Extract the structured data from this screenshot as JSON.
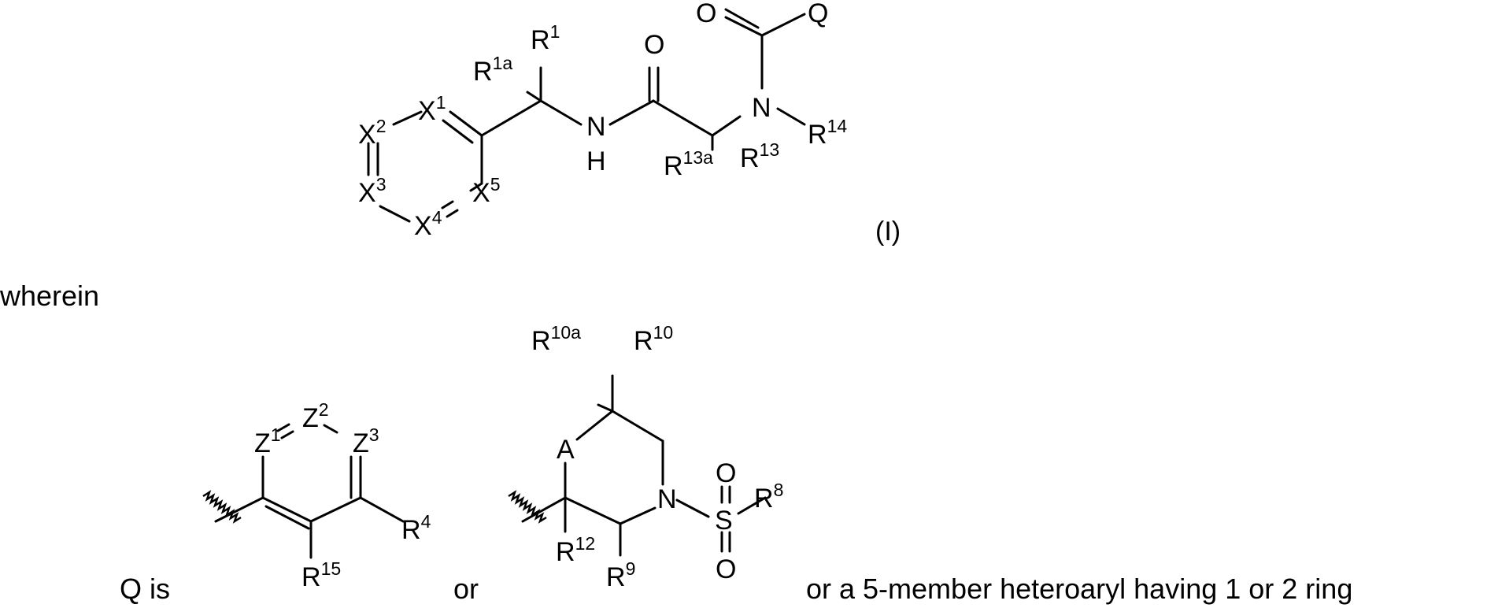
{
  "atoms": {
    "R": "R",
    "X": "X",
    "Z": "Z",
    "O": "O",
    "N": "N",
    "H": "H",
    "S": "S",
    "A": "A",
    "Q": "Q"
  },
  "superscripts": {
    "r1": "1",
    "r1a": "1a",
    "r13a": "13a",
    "r13": "13",
    "r14": "14",
    "x1": "1",
    "x2": "2",
    "x3": "3",
    "x4": "4",
    "x5": "5",
    "z1": "1",
    "z2": "2",
    "z3": "3",
    "r4": "4",
    "r15": "15",
    "r10a": "10a",
    "r10": "10",
    "r8": "8",
    "r12": "12",
    "r9": "9"
  },
  "formula_label": "(I)",
  "text": {
    "wherein": "wherein",
    "q_is": "Q is",
    "or": "or",
    "tail": "or a 5-member heteroaryl having 1 or 2 ring"
  }
}
